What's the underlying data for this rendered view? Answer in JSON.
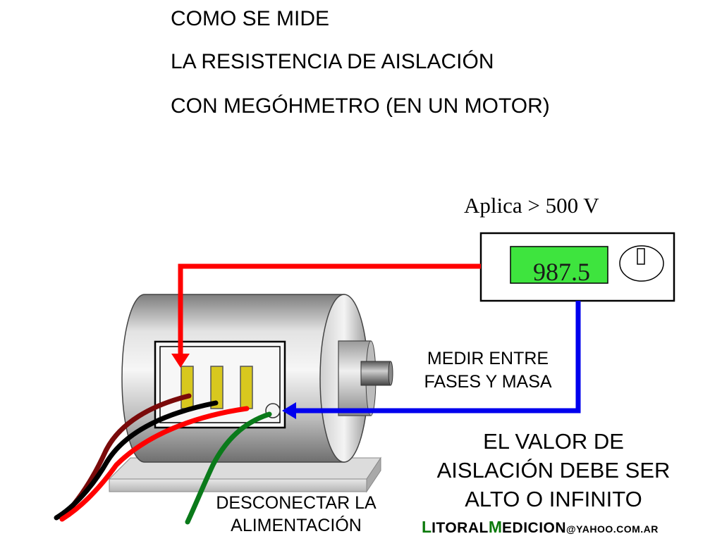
{
  "title": {
    "line1": "COMO SE MIDE",
    "line2": "LA RESISTENCIA DE AISLACIÓN",
    "line3": "CON MEGÓHMETRO (EN UN MOTOR)"
  },
  "megger": {
    "applies_label": "Aplica > 500 V",
    "display_value": "987.5",
    "display_color": "#3ee43e",
    "knob_icon": "rotary-knob-icon"
  },
  "labels": {
    "measure_line1": "MEDIR ENTRE",
    "measure_line2": "FASES Y MASA",
    "value_line1": "EL VALOR DE",
    "value_line2": "AISLACIÓN DEBE SER",
    "value_line3": "ALTO O INFINITO",
    "disconnect_line1": "DESCONECTAR LA",
    "disconnect_line2": "ALIMENTACIÓN"
  },
  "brand": {
    "l_cap": "L",
    "l_rest": "ITORAL",
    "m_cap": "M",
    "m_rest": "EDICION",
    "domain": "@YAHOO.COM.AR"
  },
  "colors": {
    "red_lead": "#ff0000",
    "blue_lead": "#0000ee",
    "green_wire": "#0a7a1a",
    "dark_red_wire": "#7a0a0a",
    "black_wire": "#000000",
    "terminal_yellow": "#d8c81e",
    "brand_green": "#0b7a0b"
  }
}
